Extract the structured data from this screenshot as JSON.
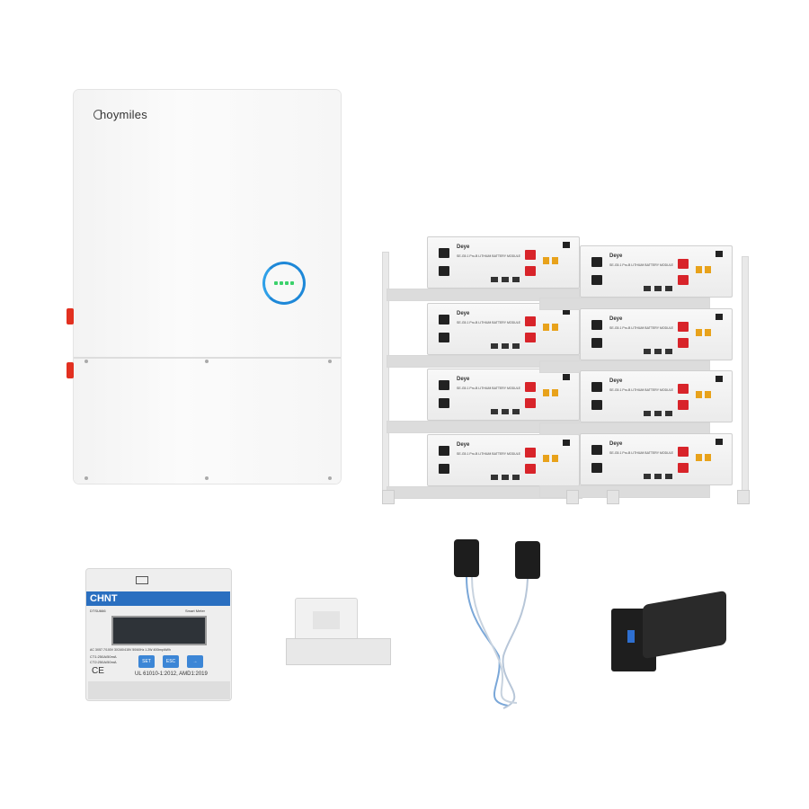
{
  "inverter": {
    "brand": "hoymiles"
  },
  "battery": {
    "brand": "Deye",
    "model_label": "SE-G5.1 Pro-B  LITHIUM BATTERY MODULE",
    "count": 8
  },
  "meter": {
    "brand": "CHNT",
    "model": "DTSU666",
    "subtitle": "Smart Meter",
    "spec_line": "AC 3X57.7/100V  3X240/415V  50/60Hz  1.2W  400imp/kWh",
    "ct1": "CT1:250A/50mA",
    "ct2": "CT2:250A/50mA",
    "btn_set": "SET",
    "btn_esc": "ESC",
    "standard": "UL 61010-1:2012, AMD1:2019",
    "ce": "CE"
  }
}
